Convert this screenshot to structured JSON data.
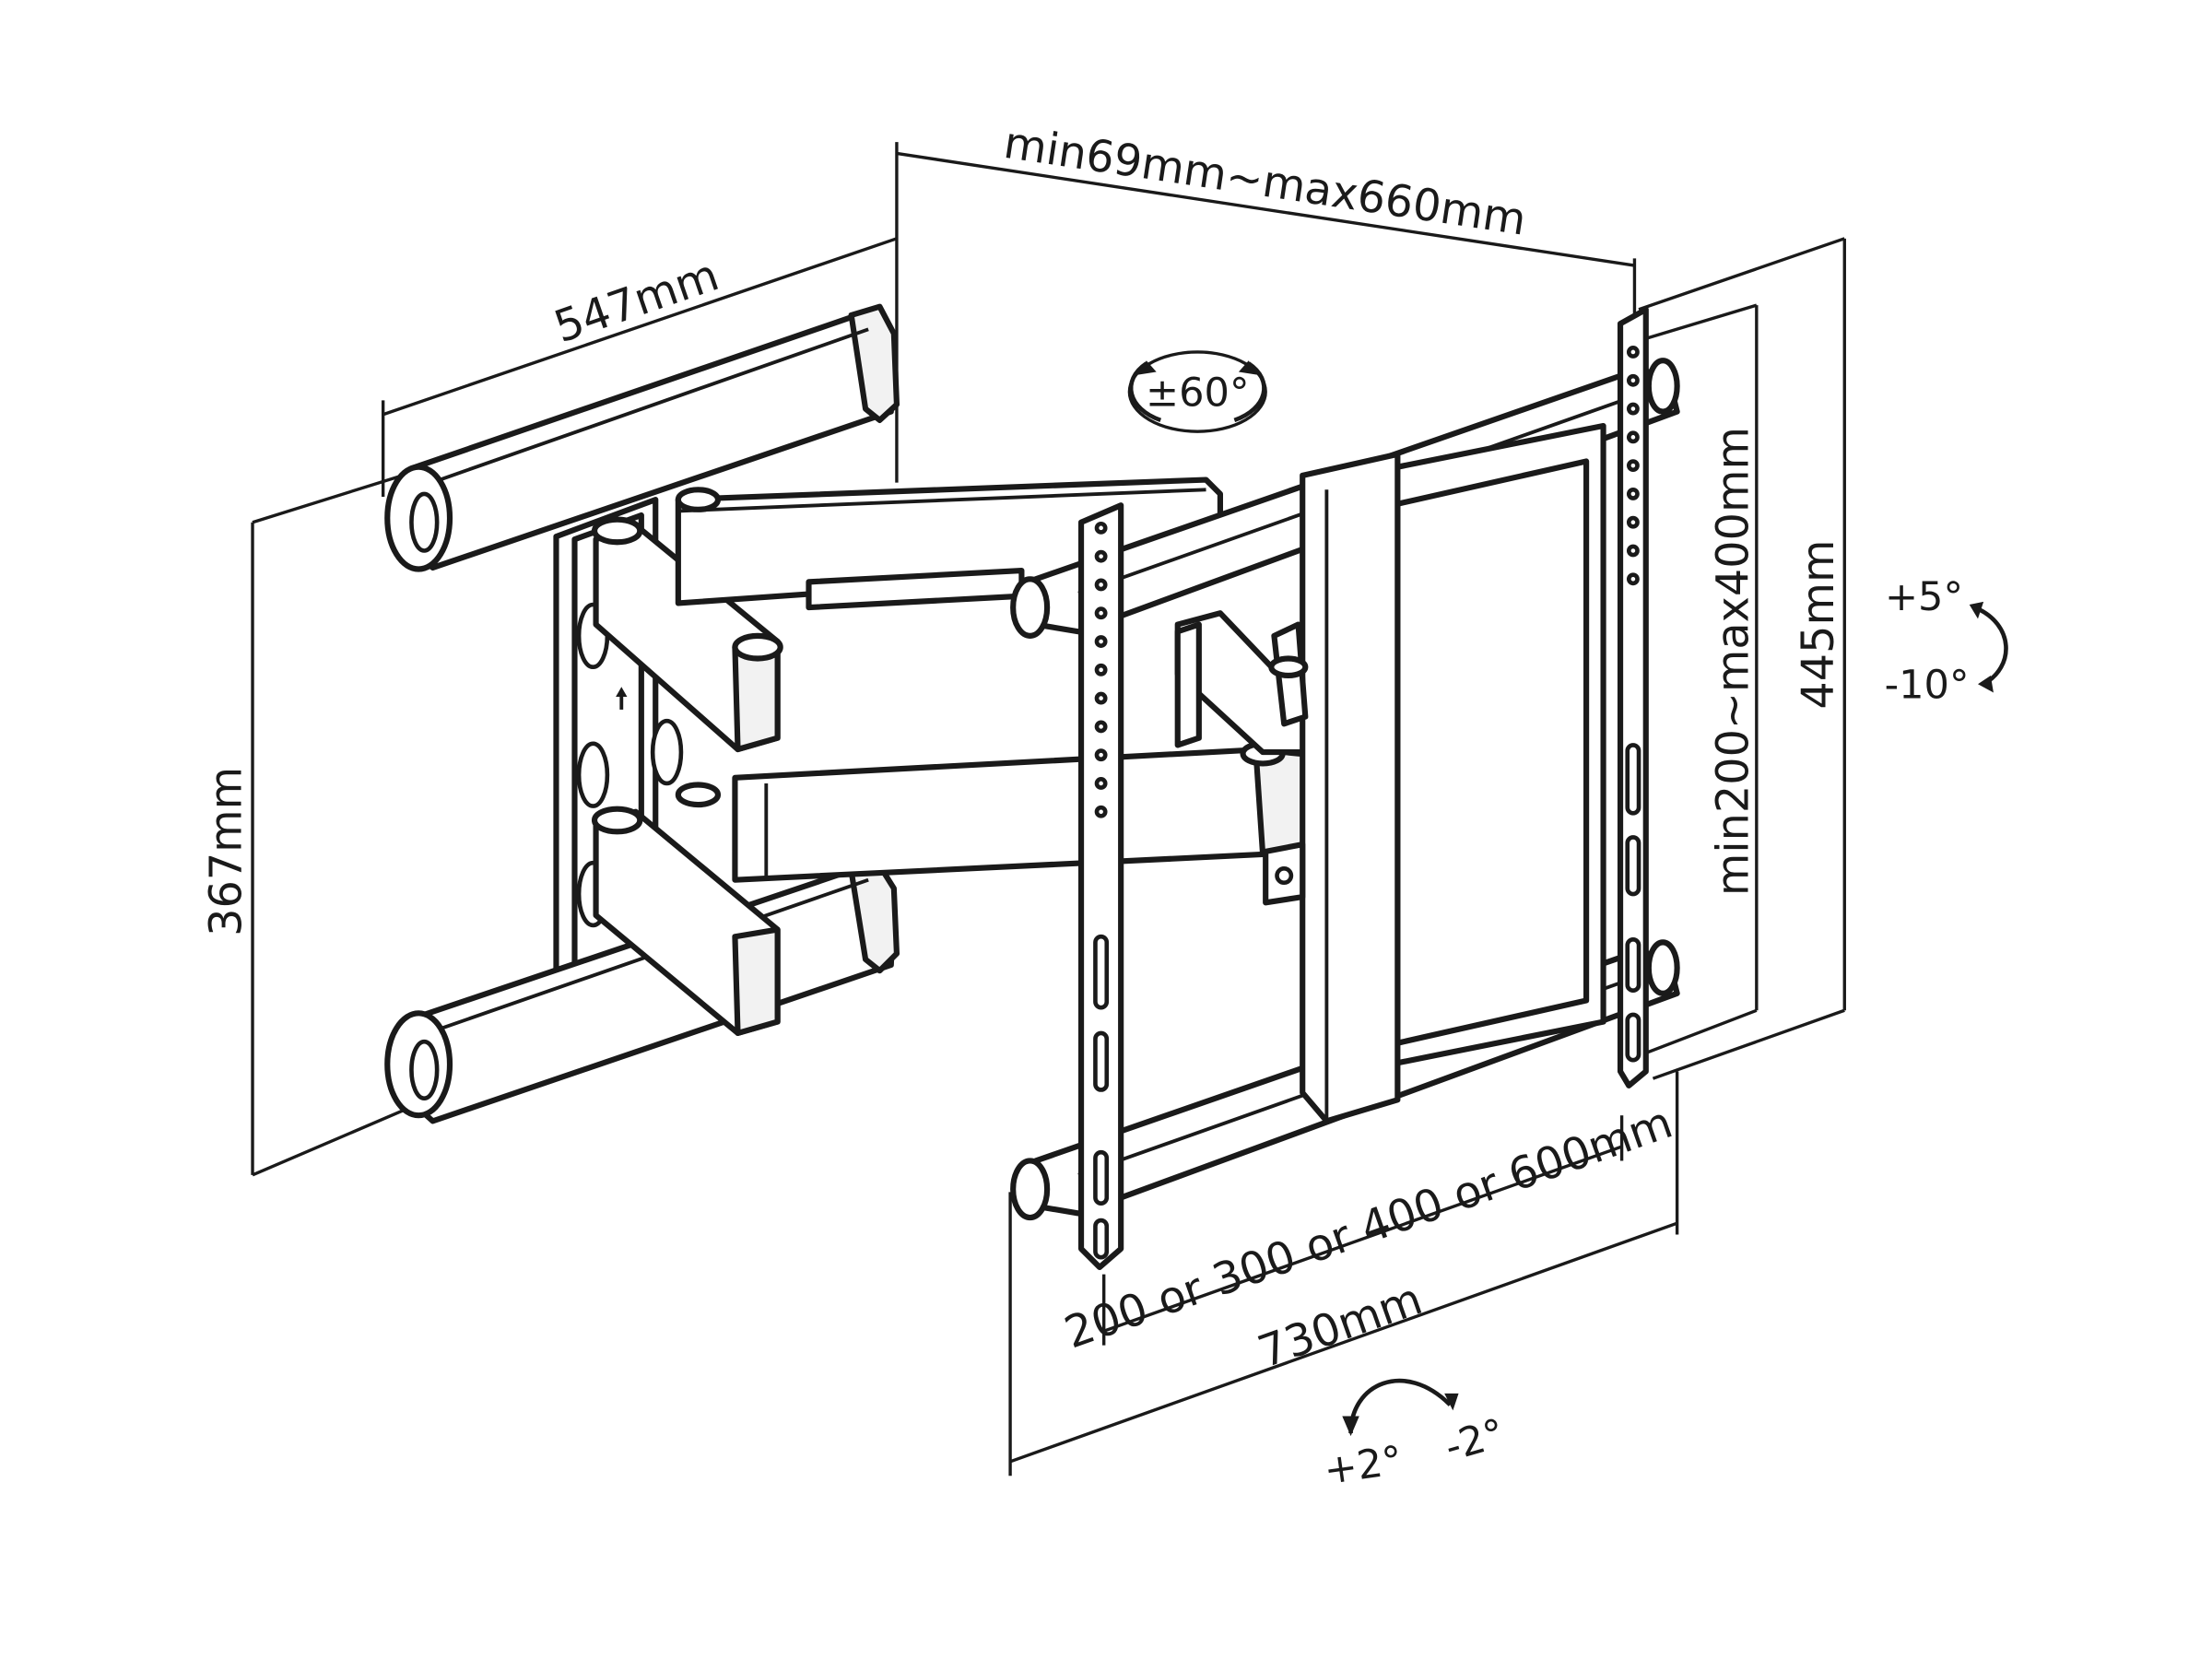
{
  "dimensions": {
    "depth_range": "min69mm~max660mm",
    "wall_plate_width": "547mm",
    "wall_plate_height": "367mm",
    "swivel": "±60°",
    "vesa_vertical": "min200~max400mm",
    "tv_plate_height": "445mm",
    "tilt_up": "+5°",
    "tilt_down": "-10°",
    "vesa_horizontal": "200 or 300 or 400 or 600mm",
    "tv_plate_width": "730mm",
    "rotate_plus": "+2°",
    "rotate_minus": "-2°"
  }
}
